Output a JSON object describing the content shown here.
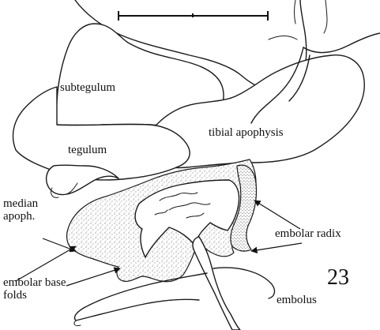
{
  "figure": {
    "number": "23",
    "labels": {
      "subtegulum": "subtegulum",
      "tibial_apophysis": "tibial apophysis",
      "tegulum": "tegulum",
      "median_apoph_line1": "median",
      "median_apoph_line2": "apoph.",
      "embolar_radix": "embolar radix",
      "embolar_base_folds_line1": "embolar base",
      "embolar_base_folds_line2": "folds",
      "embolus": "embolus"
    },
    "style": {
      "ink_color": "#111111",
      "background_color": "#ffffff"
    }
  }
}
